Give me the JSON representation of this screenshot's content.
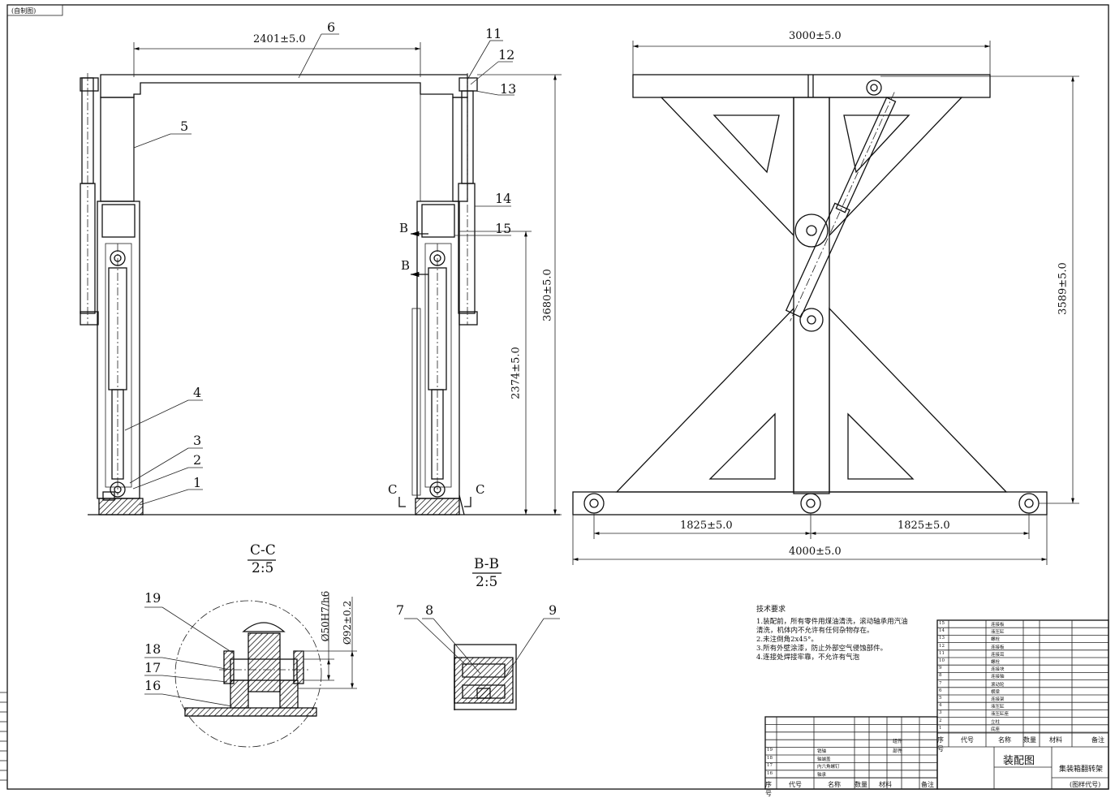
{
  "frame_tag": "(自制图)",
  "dimensions": {
    "top_width_front": "2401±5.0",
    "height_total_front": "3680±5.0",
    "height_pivot": "2374±5.0",
    "top_width_side": "3000±5.0",
    "height_side": "3589±5.0",
    "half_span": "1825±5.0",
    "base_width": "4000±5.0",
    "fit_phi50": "Ø50H7/h6",
    "phi92": "Ø92±0.2"
  },
  "part_numbers": [
    "1",
    "2",
    "3",
    "4",
    "5",
    "6",
    "11",
    "12",
    "13",
    "14",
    "15",
    "19",
    "18",
    "17",
    "16",
    "7",
    "8",
    "9"
  ],
  "section_letters": {
    "b": "B",
    "c": "C"
  },
  "section_views": {
    "cc_name": "C-C",
    "cc_scale": "2:5",
    "bb_name": "B-B",
    "bb_scale": "2:5"
  },
  "tech_requirements": {
    "title": "技术要求",
    "lines": [
      "1.装配前，所有零件用煤油清洗，滚动轴承用汽油",
      "清洗，机体内不允许有任何杂物存在。",
      "2.未注倒角2x45°。",
      "3.所有外壁涂漆，防止外部空气侵蚀部件。",
      "4.连接处焊接牢靠，不允许有气泡"
    ]
  },
  "title_block": {
    "drawing_type": "装配图",
    "product_name": "集装箱翻转架",
    "drawing_code": "(图样代号)"
  },
  "bom_right": {
    "rows": [
      {
        "no": "15",
        "name": "连接板"
      },
      {
        "no": "14",
        "name": "液压缸"
      },
      {
        "no": "13",
        "name": "螺栓"
      },
      {
        "no": "12",
        "name": "连接板"
      },
      {
        "no": "11",
        "name": "连接耳"
      },
      {
        "no": "10",
        "name": "螺栓"
      },
      {
        "no": "9",
        "name": "连接块"
      },
      {
        "no": "8",
        "name": "连接轴"
      },
      {
        "no": "7",
        "name": "滚动轮"
      },
      {
        "no": "6",
        "name": "横梁"
      },
      {
        "no": "5",
        "name": "连接架"
      },
      {
        "no": "4",
        "name": "液压缸"
      },
      {
        "no": "3",
        "name": "液压缸座"
      },
      {
        "no": "2",
        "name": "立柱"
      },
      {
        "no": "1",
        "name": "底座"
      }
    ],
    "header": [
      "序号",
      "代号",
      "名称",
      "数量",
      "材料",
      "备注"
    ]
  },
  "bom_left": {
    "rows": [
      {
        "no": "19",
        "name": "销轴"
      },
      {
        "no": "18",
        "name": "轴端盖"
      },
      {
        "no": "17",
        "name": "内六角螺钉"
      },
      {
        "no": "16",
        "name": "轴承"
      }
    ],
    "header": [
      "序号",
      "代号",
      "名称",
      "数量",
      "材料",
      "备注"
    ],
    "notes": [
      "组件",
      "部件"
    ]
  }
}
